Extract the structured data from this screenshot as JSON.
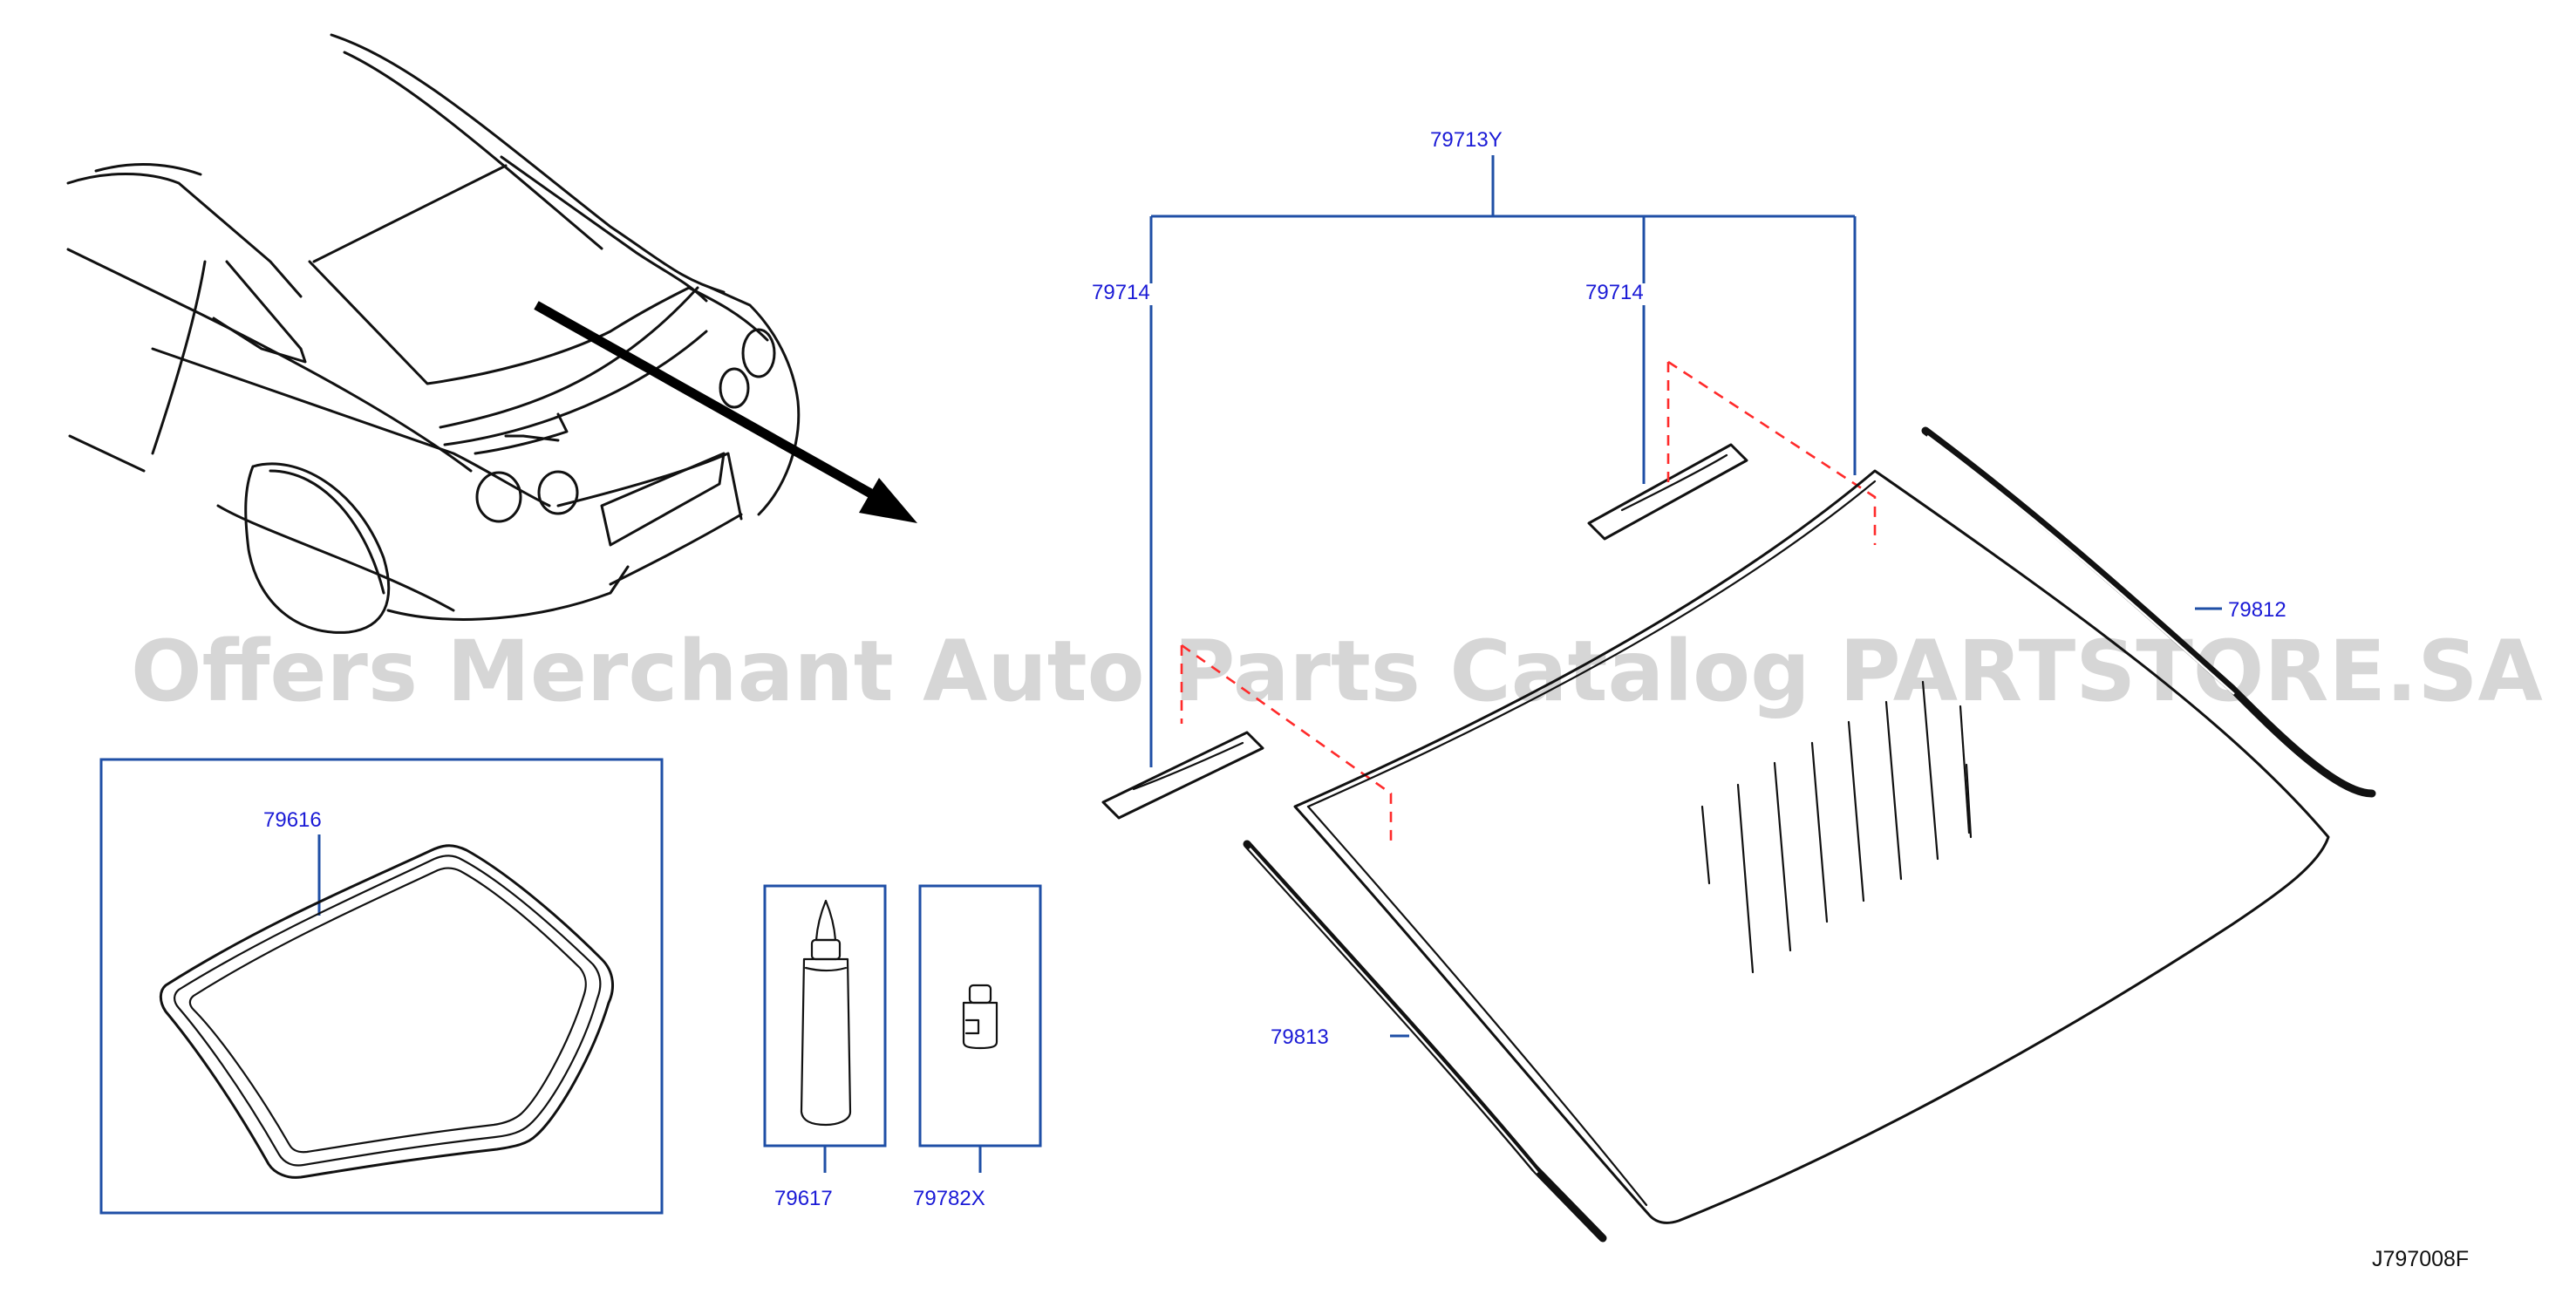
{
  "watermark": "Offers Merchant Auto Parts Catalog PARTSTORE.SA",
  "drawing_code": "J797008F",
  "parts": {
    "seal": "79616",
    "adhesive": "79617",
    "primer": "79782X",
    "molding_bottom": "79813",
    "molding_top": "79812",
    "spacer_group": "79713Y",
    "spacer_left": "79714",
    "spacer_right": "79714"
  },
  "colors": {
    "label": "#1a1ad6",
    "leader": "#1f4fa6",
    "dashed": "#ff2a2a",
    "ink": "#111111"
  },
  "icons": [
    "car-rear-icon",
    "direction-arrow-icon",
    "seal-frame-icon",
    "adhesive-bottle-icon",
    "primer-vial-icon",
    "rear-glass-icon"
  ]
}
